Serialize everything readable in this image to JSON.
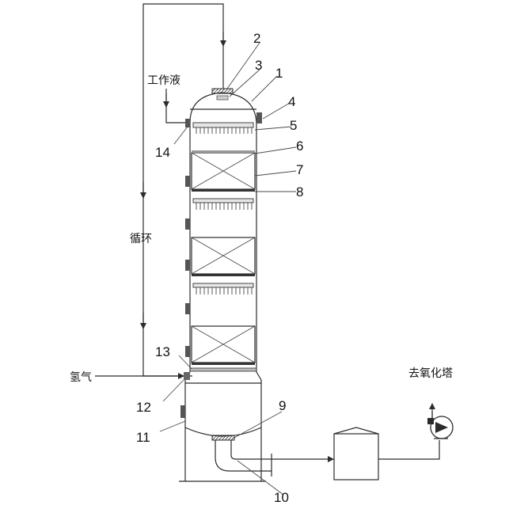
{
  "labels": {
    "l1": "1",
    "l2": "2",
    "l3": "3",
    "l4": "4",
    "l5": "5",
    "l6": "6",
    "l7": "7",
    "l8": "8",
    "l9": "9",
    "l10": "10",
    "l11": "11",
    "l12": "12",
    "l13": "13",
    "l14": "14"
  },
  "text": {
    "working_fluid": "工作液",
    "circulation": "循环",
    "hydrogen": "氢气",
    "to_deoxidation_tower": "去氧化塔"
  }
}
